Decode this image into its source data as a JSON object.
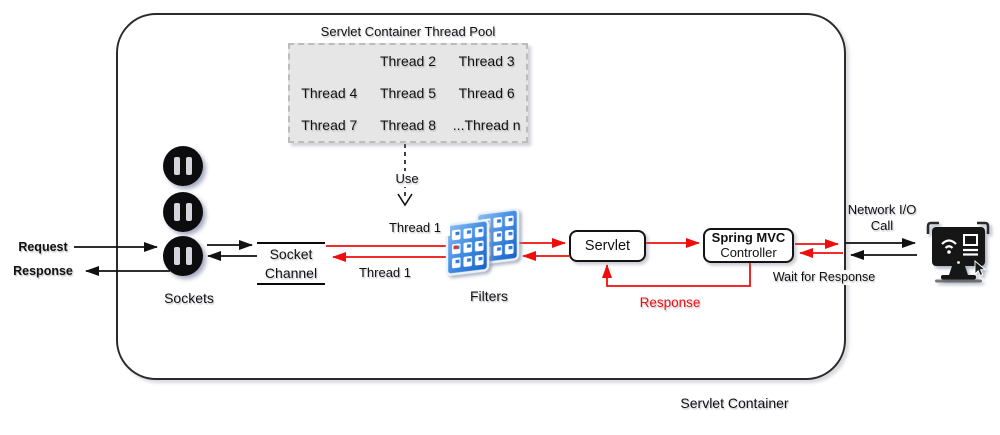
{
  "diagram": {
    "frame_label": "Servlet Container",
    "thread_pool": {
      "title": "Servlet Container Thread Pool",
      "rows": [
        [
          "",
          "Thread 2",
          "Thread 3"
        ],
        [
          "Thread 4",
          "Thread 5",
          "Thread 6"
        ],
        [
          "Thread 7",
          "Thread 8",
          "...Thread n"
        ]
      ]
    },
    "use_label": "Use",
    "thread1_top_label": "Thread 1",
    "thread1_bottom_label": "Thread 1",
    "request_label": "Request",
    "response_left_label": "Response",
    "sockets_label": "Sockets",
    "socket_channel": {
      "line1": "Socket",
      "line2": "Channel"
    },
    "filters_label": "Filters",
    "servlet_label": "Servlet",
    "spring_mvc": {
      "line1": "Spring MVC",
      "line2": "Controller"
    },
    "response_loop_label": "Response",
    "network_io": {
      "line1": "Network I/O",
      "line2": "Call"
    },
    "wait_label": "Wait for Response",
    "colors": {
      "flow_red": "#f20d0d",
      "line_black": "#111111",
      "pool_bg": "#e6e6e6",
      "filter_blue": "#2f7de1",
      "icon_black": "#141414"
    }
  }
}
